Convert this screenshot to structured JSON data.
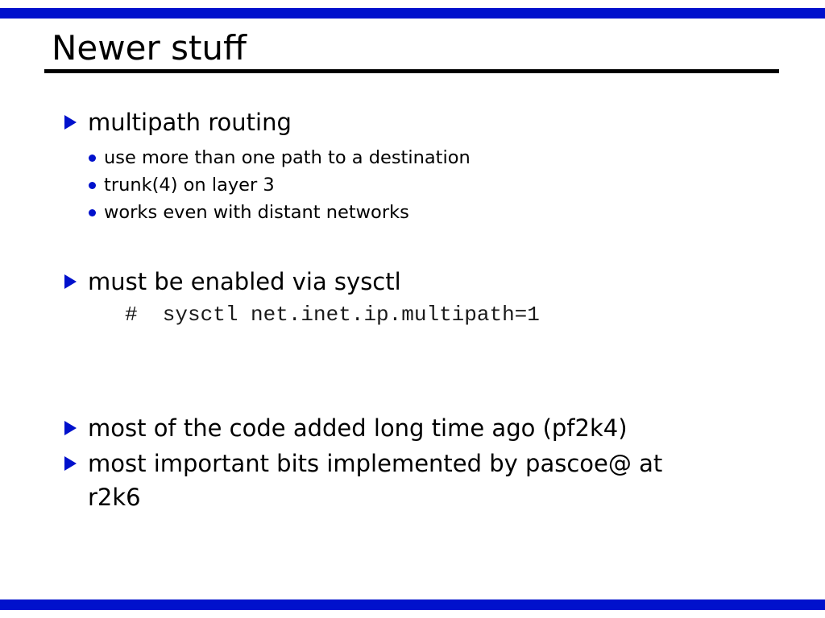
{
  "slide": {
    "accent": "#0011cc",
    "title": "Newer stuff",
    "sections": [
      {
        "text": "multipath routing",
        "subs": [
          "use more than one path to a destination",
          "trunk(4) on layer 3",
          "works even with distant networks"
        ]
      },
      {
        "text": "must be enabled via sysctl",
        "code": "#  sysctl net.inet.ip.multipath=1"
      },
      {
        "text": "most of the code added long time ago (pf2k4)"
      },
      {
        "text": "most important bits implemented by pascoe@ at r2k6"
      }
    ]
  }
}
